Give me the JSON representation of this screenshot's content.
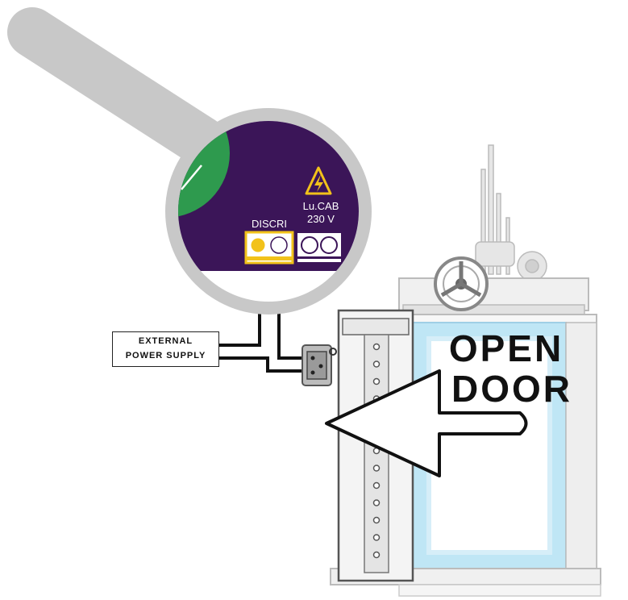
{
  "magnifier": {
    "discri_label": "DISCRI",
    "lucab_label_line1": "Lu.CAB",
    "lucab_label_line2": "230 V"
  },
  "external_supply": {
    "line1": "EXTERNAL",
    "line2": "POWER SUPPLY"
  },
  "cabin": {
    "arrow_text_line1": "OPEN",
    "arrow_text_line2": "DOOR"
  },
  "colors": {
    "board_purple": "#3b1558",
    "lens_ring_gray": "#c8c8c8",
    "terminal_yellow": "#f2c21a",
    "glass_blue": "#bfe6f5",
    "warning_yellow": "#f2c21a"
  }
}
